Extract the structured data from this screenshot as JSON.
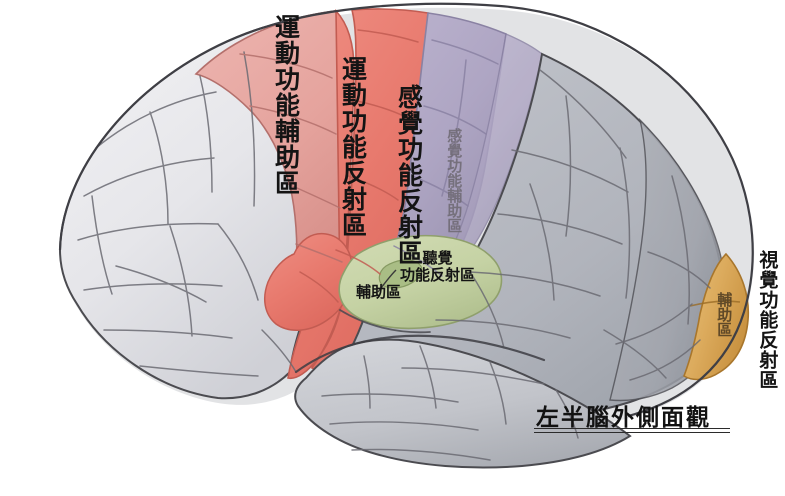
{
  "figure": {
    "caption": "左半腦外側面觀",
    "subject": "brain-lateral-view"
  },
  "regions": [
    {
      "id": "supplementary-motor",
      "label": "運動功能輔助區",
      "color": "#e7a8a4",
      "orientation": "vertical",
      "emphasis": "primary"
    },
    {
      "id": "motor-reflex",
      "label": "運動功能反射區",
      "color": "#ea8075",
      "orientation": "vertical",
      "emphasis": "primary"
    },
    {
      "id": "sensory-reflex",
      "label": "感覺功能反射區",
      "color": "#b1a8c6",
      "orientation": "vertical",
      "emphasis": "primary"
    },
    {
      "id": "supplementary-sensory",
      "label": "感覺功能輔助區",
      "color": "#b9b2cb",
      "orientation": "vertical",
      "emphasis": "faint"
    },
    {
      "id": "auditory-reflex",
      "label": "聽覺\n功能反射區",
      "line1": "聽覺",
      "line2": "功能反射區",
      "color": "#c9d6a9",
      "orientation": "horizontal",
      "emphasis": "primary"
    },
    {
      "id": "auditory-supplementary",
      "label": "輔助區",
      "color": "#a7bd86",
      "orientation": "horizontal",
      "emphasis": "primary"
    },
    {
      "id": "visual-reflex",
      "label": "視覺功能反射區",
      "color": "#d9a85c",
      "orientation": "vertical",
      "emphasis": "primary"
    },
    {
      "id": "visual-supplementary",
      "label": "輔助區",
      "color": "#c89544",
      "orientation": "vertical",
      "emphasis": "onbrown"
    }
  ],
  "palette": {
    "background": "#ffffff",
    "frontal_gray": "#e9e9ec",
    "parietal_gray": "#b4b7bf",
    "temporal_gray": "#c6c8ce",
    "occipital_gray": "#a6a9b0",
    "outline": "#4b4b50",
    "sulcus": "#6e6e75",
    "text": "#141414"
  }
}
